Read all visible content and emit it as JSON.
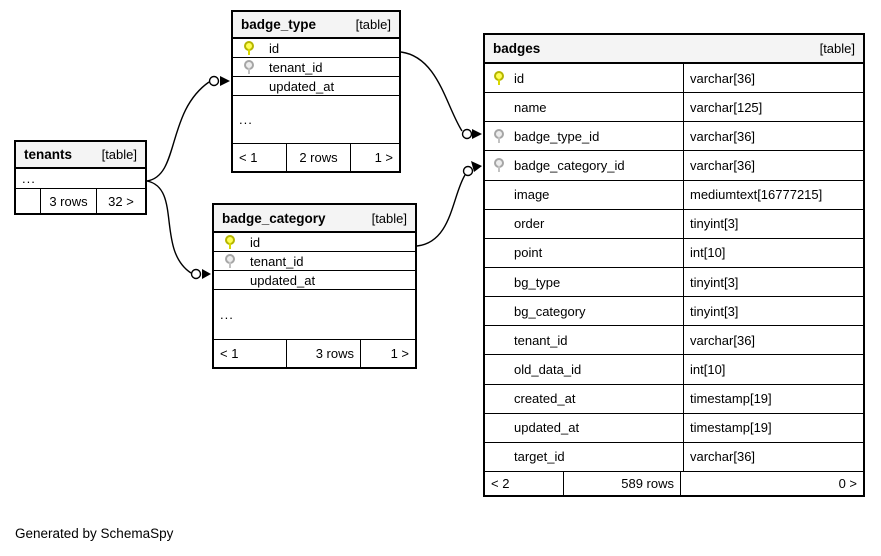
{
  "page": {
    "generated_by": "Generated by SchemaSpy"
  },
  "tables": {
    "tenants": {
      "name": "tenants",
      "tag": "[table]",
      "ellipsis": "...",
      "footer": {
        "left": "",
        "middle": "3 rows",
        "right": "32 >"
      }
    },
    "badge_type": {
      "name": "badge_type",
      "tag": "[table]",
      "rows": [
        {
          "name": "id",
          "key": "pk"
        },
        {
          "name": "tenant_id",
          "key": "fk"
        },
        {
          "name": "updated_at",
          "key": ""
        }
      ],
      "ellipsis": "...",
      "footer": {
        "left": "< 1",
        "middle": "2 rows",
        "right": "1 >"
      }
    },
    "badge_category": {
      "name": "badge_category",
      "tag": "[table]",
      "rows": [
        {
          "name": "id",
          "key": "pk"
        },
        {
          "name": "tenant_id",
          "key": "fk"
        },
        {
          "name": "updated_at",
          "key": ""
        }
      ],
      "ellipsis": "...",
      "footer": {
        "left": "< 1",
        "middle": "3 rows",
        "right": "1 >"
      }
    },
    "badges": {
      "name": "badges",
      "tag": "[table]",
      "rows": [
        {
          "name": "id",
          "type": "varchar[36]",
          "key": "pk"
        },
        {
          "name": "name",
          "type": "varchar[125]",
          "key": ""
        },
        {
          "name": "badge_type_id",
          "type": "varchar[36]",
          "key": "fk"
        },
        {
          "name": "badge_category_id",
          "type": "varchar[36]",
          "key": "fk"
        },
        {
          "name": "image",
          "type": "mediumtext[16777215]",
          "key": ""
        },
        {
          "name": "order",
          "type": "tinyint[3]",
          "key": ""
        },
        {
          "name": "point",
          "type": "int[10]",
          "key": ""
        },
        {
          "name": "bg_type",
          "type": "tinyint[3]",
          "key": ""
        },
        {
          "name": "bg_category",
          "type": "tinyint[3]",
          "key": ""
        },
        {
          "name": "tenant_id",
          "type": "varchar[36]",
          "key": ""
        },
        {
          "name": "old_data_id",
          "type": "int[10]",
          "key": ""
        },
        {
          "name": "created_at",
          "type": "timestamp[19]",
          "key": ""
        },
        {
          "name": "updated_at",
          "type": "timestamp[19]",
          "key": ""
        },
        {
          "name": "target_id",
          "type": "varchar[36]",
          "key": ""
        }
      ],
      "footer": {
        "left": "< 2",
        "middle": "589 rows",
        "right": "0 >"
      }
    }
  },
  "relationships": [
    {
      "parent": "tenants",
      "child": "badge_type.tenant_id"
    },
    {
      "parent": "tenants",
      "child": "badge_category.tenant_id"
    },
    {
      "parent": "badge_type.id",
      "child": "badges.badge_type_id"
    },
    {
      "parent": "badge_category.id",
      "child": "badges.badge_category_id"
    }
  ],
  "colors": {
    "primary_key": "#e6e600",
    "foreign_key": "#c0c0c0",
    "header_bg": "#f4f4f4",
    "border": "#000000",
    "background": "#ffffff"
  }
}
